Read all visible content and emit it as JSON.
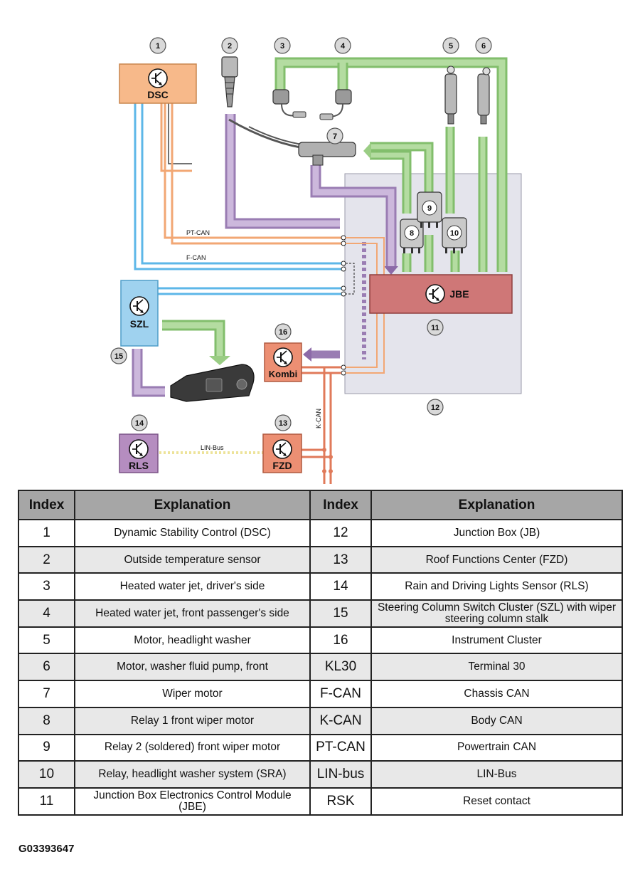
{
  "diagram": {
    "modules": {
      "dsc": "DSC",
      "szl": "SZL",
      "kombi": "Kombi",
      "jbe": "JBE",
      "rls": "RLS",
      "fzd": "FZD"
    },
    "bus_labels": {
      "pt_can": "PT-CAN",
      "f_can": "F-CAN",
      "k_can": "K-CAN",
      "lin_bus": "LIN-Bus"
    },
    "callouts": [
      "1",
      "2",
      "3",
      "4",
      "5",
      "6",
      "7",
      "8",
      "9",
      "10",
      "11",
      "12",
      "13",
      "14",
      "15",
      "16"
    ],
    "colors": {
      "dsc": "#f7b98a",
      "szl": "#9fd2ef",
      "kombi": "#ec8f73",
      "jbe": "#cf7777",
      "rls": "#b58dc0",
      "fzd": "#ec8f73",
      "junction_box": "#e4e4ec",
      "green_signal": "#9acd84",
      "purple_signal": "#b39ac7",
      "pt_can_wire": "#f2a774",
      "f_can_wire": "#5db7e8",
      "k_can_wire": "#e07a5a",
      "lin_bus_wire": "#ede39a"
    }
  },
  "legend": {
    "headers": [
      "Index",
      "Explanation",
      "Index",
      "Explanation"
    ],
    "rows": [
      [
        "1",
        "Dynamic Stability Control (DSC)",
        "12",
        "Junction Box (JB)"
      ],
      [
        "2",
        "Outside temperature sensor",
        "13",
        "Roof Functions Center (FZD)"
      ],
      [
        "3",
        "Heated water jet, driver's side",
        "14",
        "Rain and Driving Lights Sensor (RLS)"
      ],
      [
        "4",
        "Heated water jet, front passenger's side",
        "15",
        "Steering Column Switch Cluster (SZL) with wiper steering column stalk"
      ],
      [
        "5",
        "Motor, headlight washer",
        "16",
        "Instrument Cluster"
      ],
      [
        "6",
        "Motor, washer fluid pump, front",
        "KL30",
        "Terminal 30"
      ],
      [
        "7",
        "Wiper motor",
        "F-CAN",
        "Chassis CAN"
      ],
      [
        "8",
        "Relay 1 front wiper motor",
        "K-CAN",
        "Body CAN"
      ],
      [
        "9",
        "Relay 2 (soldered) front wiper motor",
        "PT-CAN",
        "Powertrain CAN"
      ],
      [
        "10",
        "Relay, headlight washer system (SRA)",
        "LIN-bus",
        "LIN-Bus"
      ],
      [
        "11",
        "Junction Box Electronics Control Module (JBE)",
        "RSK",
        "Reset contact"
      ]
    ]
  },
  "figure_code": "G03393647"
}
